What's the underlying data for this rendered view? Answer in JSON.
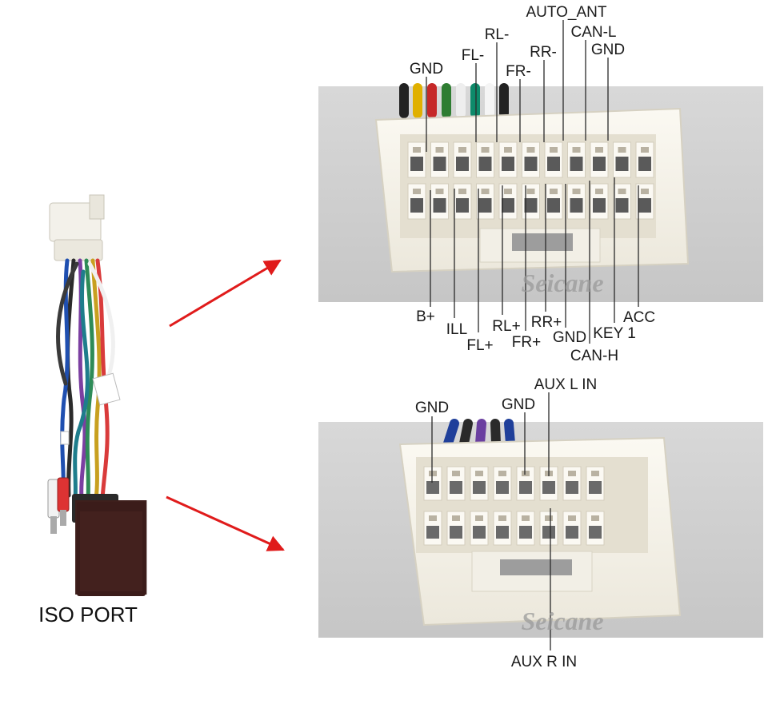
{
  "caption": "ISO PORT",
  "watermark": "Seicane",
  "colors": {
    "arrow": "#e01b1b",
    "leader": "#2a2a2a",
    "connector": "#f4f1e7",
    "photo_bg": "#cfcfcf"
  },
  "connector1": {
    "top_labels": [
      "GND",
      "FL-",
      "RL-",
      "FR-",
      "RR-",
      "AUTO_ANT",
      "CAN-L",
      "GND"
    ],
    "bottom_labels": [
      "B+",
      "ILL",
      "FL+",
      "RL+",
      "FR+",
      "RR+",
      "GND",
      "CAN-H",
      "KEY 1",
      "ACC"
    ]
  },
  "connector2": {
    "top_labels": [
      "GND",
      "GND",
      "AUX L IN"
    ],
    "bottom_labels": [
      "AUX R IN"
    ]
  }
}
